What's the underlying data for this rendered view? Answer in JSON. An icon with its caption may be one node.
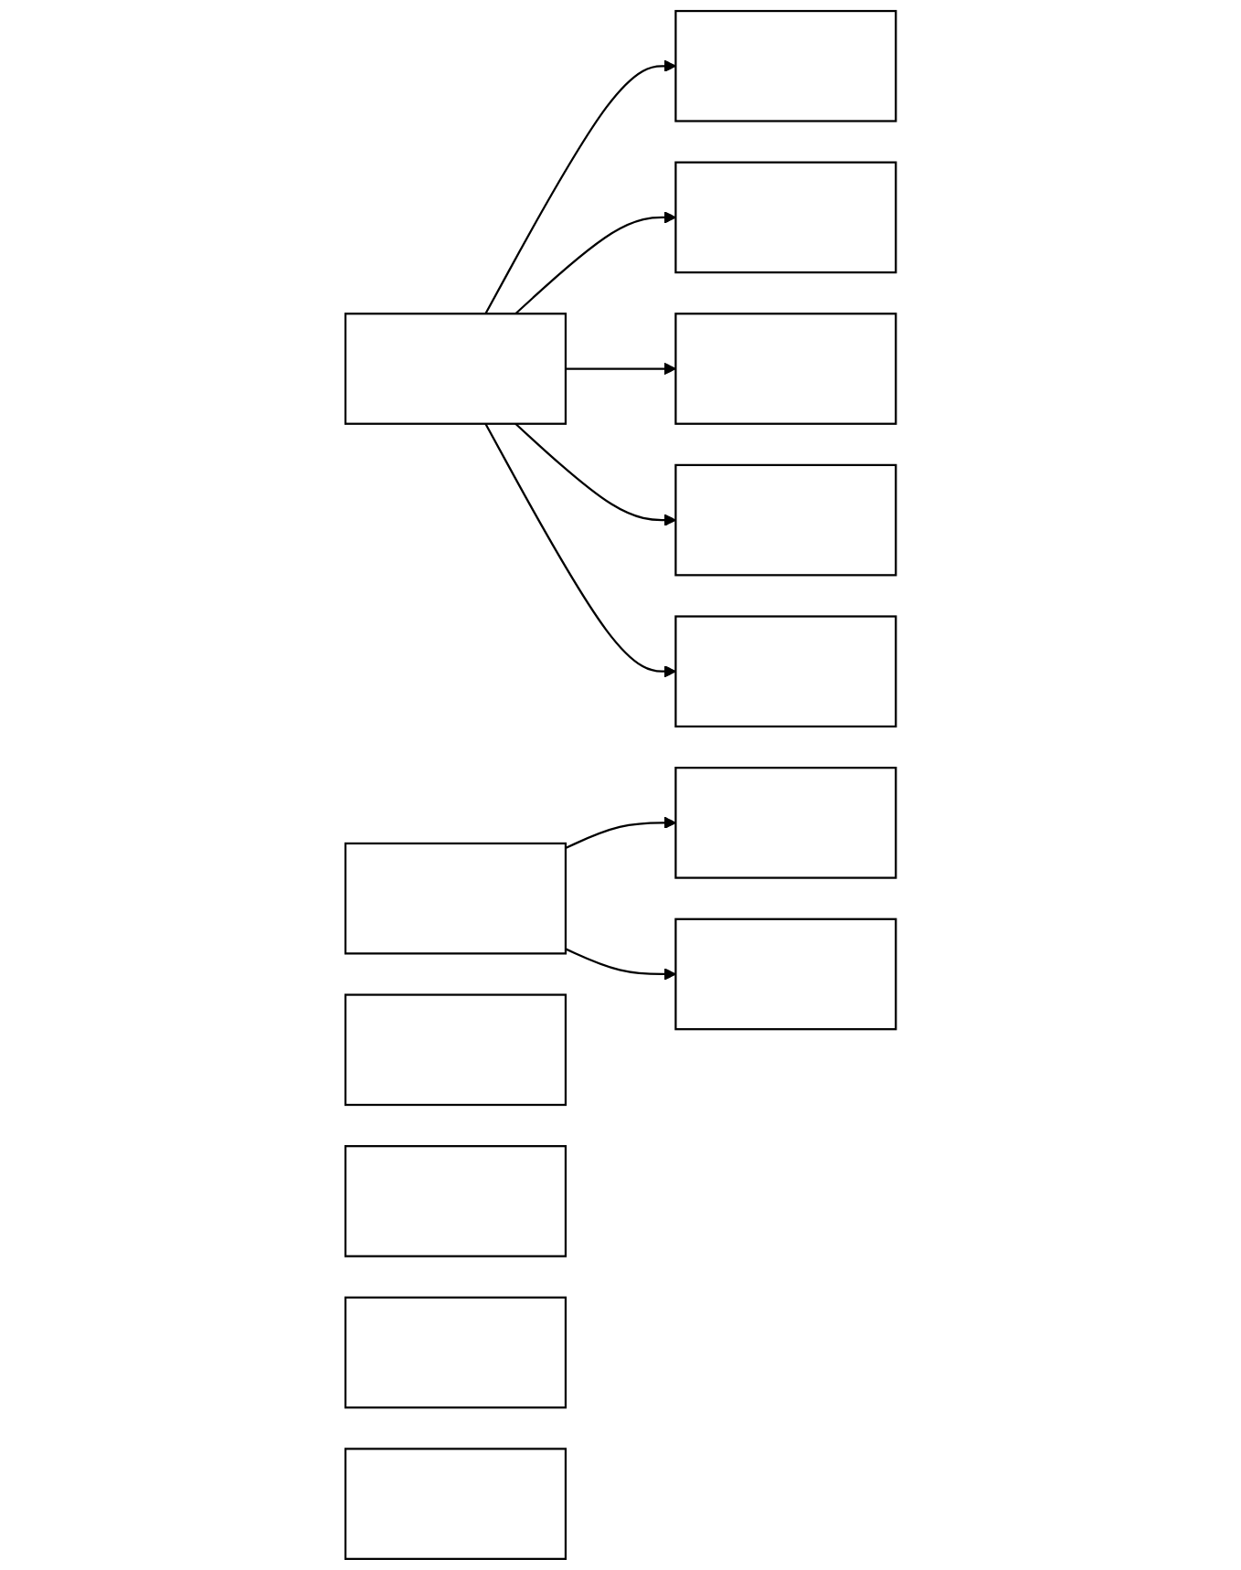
{
  "diagram": {
    "nodes": [
      {
        "text": [],
        "shape": "box"
      },
      {
        "text": [],
        "shape": "box"
      },
      {
        "text": [],
        "shape": "box"
      },
      {
        "text": [],
        "shape": "box"
      },
      {
        "text": [],
        "shape": "box"
      },
      {
        "text": [],
        "shape": "box"
      },
      {
        "text": [],
        "shape": "box"
      },
      {
        "text": [],
        "shape": "box"
      },
      {
        "text": [],
        "shape": "box"
      },
      {
        "text": [],
        "shape": "box"
      },
      {
        "text": [],
        "shape": "box"
      },
      {
        "text": [],
        "shape": "box"
      },
      {
        "text": [],
        "shape": "box"
      }
    ],
    "edges": [
      {
        "from": 0,
        "to": 1,
        "arrow": "to"
      },
      {
        "from": 0,
        "to": 2,
        "arrow": "to"
      },
      {
        "from": 0,
        "to": 3,
        "arrow": "to"
      },
      {
        "from": 0,
        "to": 4,
        "arrow": "to"
      },
      {
        "from": 0,
        "to": 5,
        "arrow": "to"
      },
      {
        "from": 6,
        "to": 7,
        "arrow": "to"
      },
      {
        "from": 6,
        "to": 8,
        "arrow": "to"
      }
    ]
  }
}
